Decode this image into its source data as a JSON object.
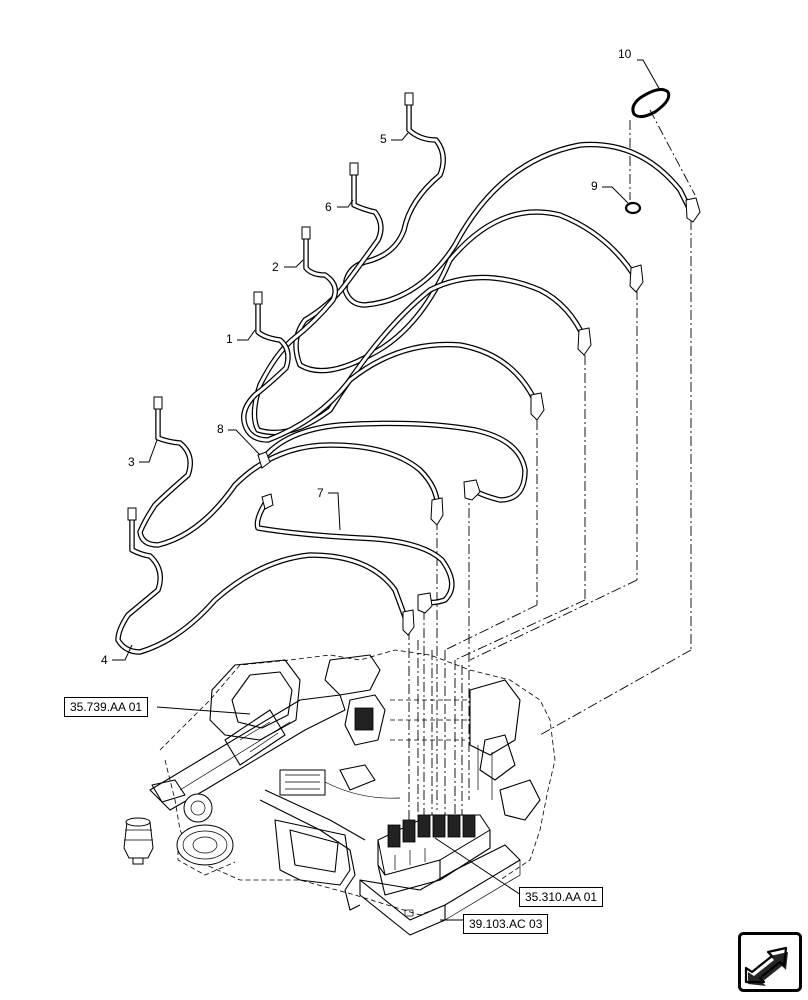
{
  "callouts": {
    "c1": "1",
    "c2": "2",
    "c3": "3",
    "c4": "4",
    "c5": "5",
    "c6": "6",
    "c7": "7",
    "c8": "8",
    "c9": "9",
    "c10": "10"
  },
  "references": {
    "ref_35_739": "35.739.AA 01",
    "ref_35_310": "35.310.AA 01",
    "ref_39_103": "39.103.AC 03"
  },
  "icons": {
    "navigation": "arrow-navigation-icon"
  }
}
